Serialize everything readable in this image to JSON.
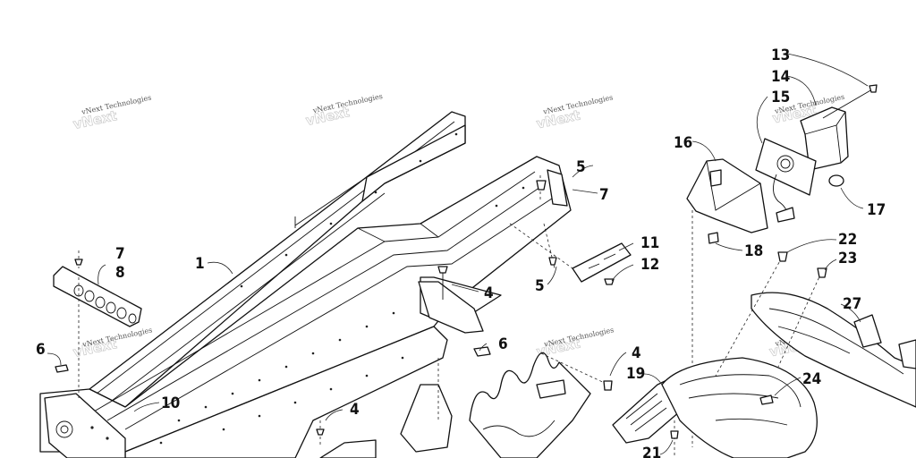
{
  "watermark": "vNext Technologies",
  "callouts": {
    "p1": "1",
    "p4a": "4",
    "p4b": "4",
    "p4c": "4",
    "p5a": "5",
    "p5b": "5",
    "p6a": "6",
    "p6b": "6",
    "p7a": "7",
    "p7b": "7",
    "p8": "8",
    "p10": "10",
    "p11": "11",
    "p12": "12",
    "p13": "13",
    "p14": "14",
    "p15": "15",
    "p16": "16",
    "p17": "17",
    "p18": "18",
    "p19": "19",
    "p21": "21",
    "p22": "22",
    "p23": "23",
    "p24": "24",
    "p27": "27"
  }
}
